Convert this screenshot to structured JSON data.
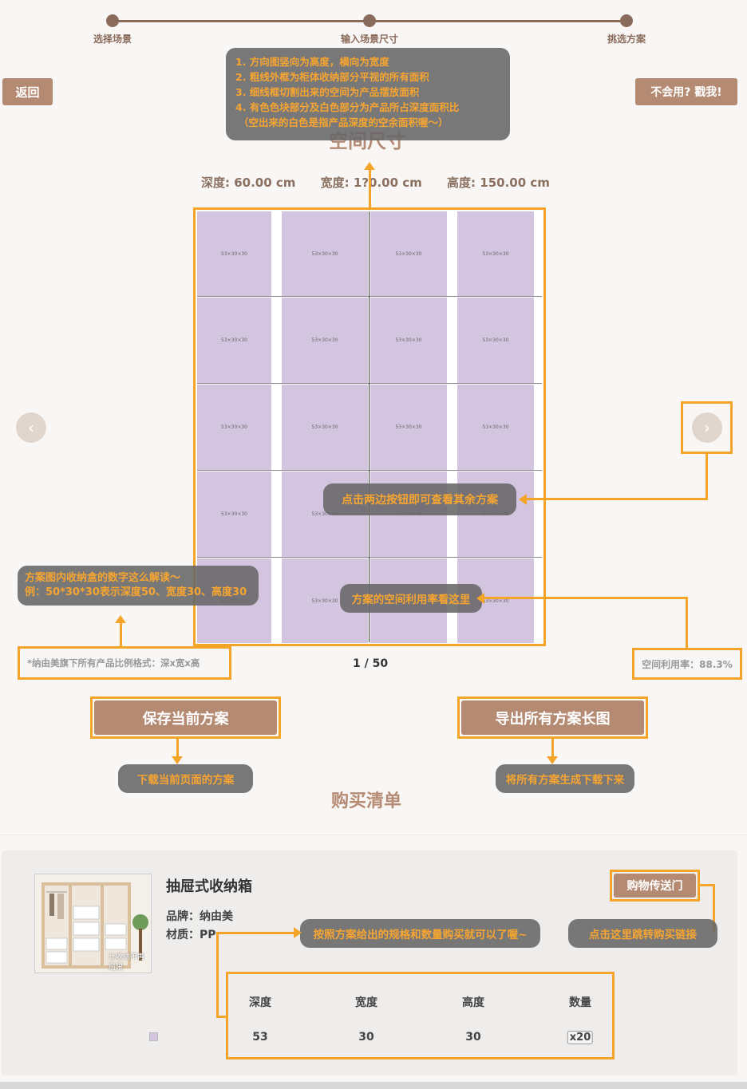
{
  "steps": [
    "选择场景",
    "输入场景尺寸",
    "挑选方案"
  ],
  "header": {
    "back_label": "返回",
    "help_label": "不会用? 戳我!"
  },
  "guide_main": [
    "1. 方向图竖向为高度，横向为宽度",
    "2. 粗线外框为柜体收纳部分平视的所有面积",
    "3. 细线框切割出来的空间为产品摆放面积",
    "4. 有色色块部分及白色部分为产品所占深度面积比",
    "（空出来的白色是指产品深度的空余面积喔～）"
  ],
  "space": {
    "title": "空间尺寸",
    "depth_label": "深度:",
    "depth_value": "60.00 cm",
    "width_label": "宽度:",
    "width_value": "1?0.00 cm",
    "height_label": "高度:",
    "height_value": "150.00 cm"
  },
  "box_label": "53×30×30",
  "tips": {
    "nav_tip": "点击两边按钮即可查看其余方案",
    "rate_tip": "方案的空间利用率看这里",
    "decode_line1": "方案图内收纳盒的数字这么解读～",
    "decode_line2": "例：50*30*30表示深度50、宽度30、高度30",
    "save_tip": "下载当前页面的方案",
    "export_tip": "将所有方案生成下载下来",
    "buy_tip": "按照方案给出的规格和数量购买就可以了喔~",
    "jump_tip": "点击这里跳转购买链接"
  },
  "footnote": "*纳由美旗下所有产品比例格式：深x宽x高",
  "pagination": "1 / 50",
  "utilization": "空间利用率：88.3%",
  "actions": {
    "save_label": "保存当前方案",
    "export_label": "导出所有方案长图"
  },
  "shopping": {
    "title": "购买清单",
    "product_name": "抽屉式收纳箱",
    "brand": "品牌：纳由美",
    "material": "材质：PP",
    "buy_link_label": "购物传送门",
    "image_caption_1": "让收纳不再局限",
    "columns": [
      "深度",
      "宽度",
      "高度",
      "数量"
    ],
    "row": [
      "53",
      "30",
      "30",
      "x20"
    ]
  },
  "colors": {
    "accent": "#f5a42a",
    "brand": "#b48a73",
    "box": "#d3c5e0"
  }
}
